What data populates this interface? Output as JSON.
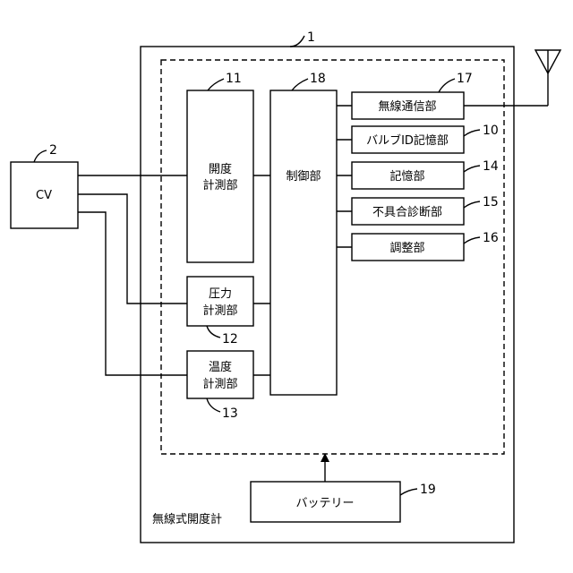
{
  "device_label": "無線式開度計",
  "cv": {
    "label": "CV",
    "ref": "2"
  },
  "outer_ref": "1",
  "opening": {
    "lines": [
      "開度",
      "計測部"
    ],
    "ref": "11"
  },
  "pressure": {
    "lines": [
      "圧力",
      "計測部"
    ],
    "ref": "12"
  },
  "temperature": {
    "lines": [
      "温度",
      "計測部"
    ],
    "ref": "13"
  },
  "control": {
    "label": "制御部",
    "ref": "18"
  },
  "wireless": {
    "label": "無線通信部",
    "ref": "17"
  },
  "valve_id": {
    "label": "バルブID記憶部",
    "ref": "10"
  },
  "memory": {
    "label": "記憶部",
    "ref": "14"
  },
  "fault": {
    "label": "不具合診断部",
    "ref": "15"
  },
  "adjust": {
    "label": "調整部",
    "ref": "16"
  },
  "battery": {
    "label": "バッテリー",
    "ref": "19"
  }
}
